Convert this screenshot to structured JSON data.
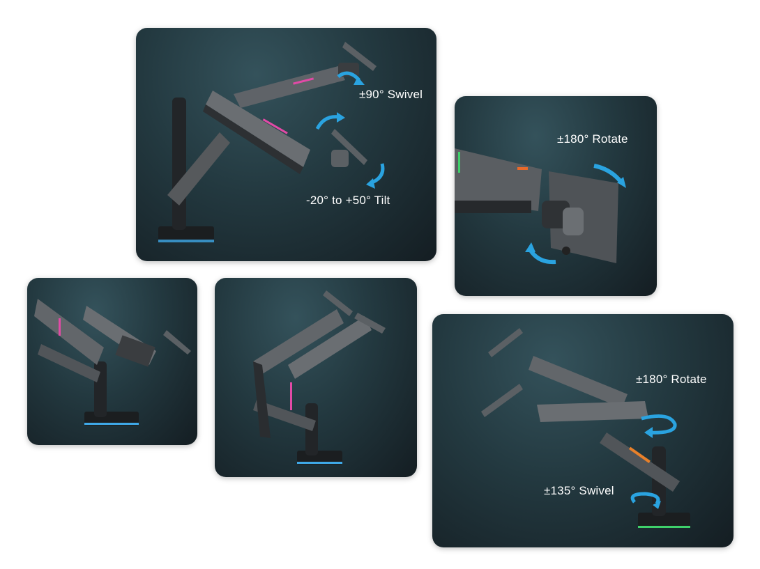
{
  "panels": {
    "tilt_swivel": {
      "swivel_label": "±90° Swivel",
      "tilt_label": "-20° to +50° Tilt"
    },
    "rotate_detail": {
      "rotate_label": "±180° Rotate"
    },
    "dual_arm_left": {},
    "dual_arm_center": {},
    "dual_arm_right": {
      "rotate_label": "±180° Rotate",
      "swivel_label": "±135° Swivel"
    }
  },
  "colors": {
    "arrow": "#2aa3e0",
    "arm_body": "#5b6166",
    "arm_dark": "#2a2d30",
    "rgb_glow": "#e24aa6"
  },
  "icons": [
    "monitor-arm-image",
    "rotation-arrow-icon"
  ]
}
